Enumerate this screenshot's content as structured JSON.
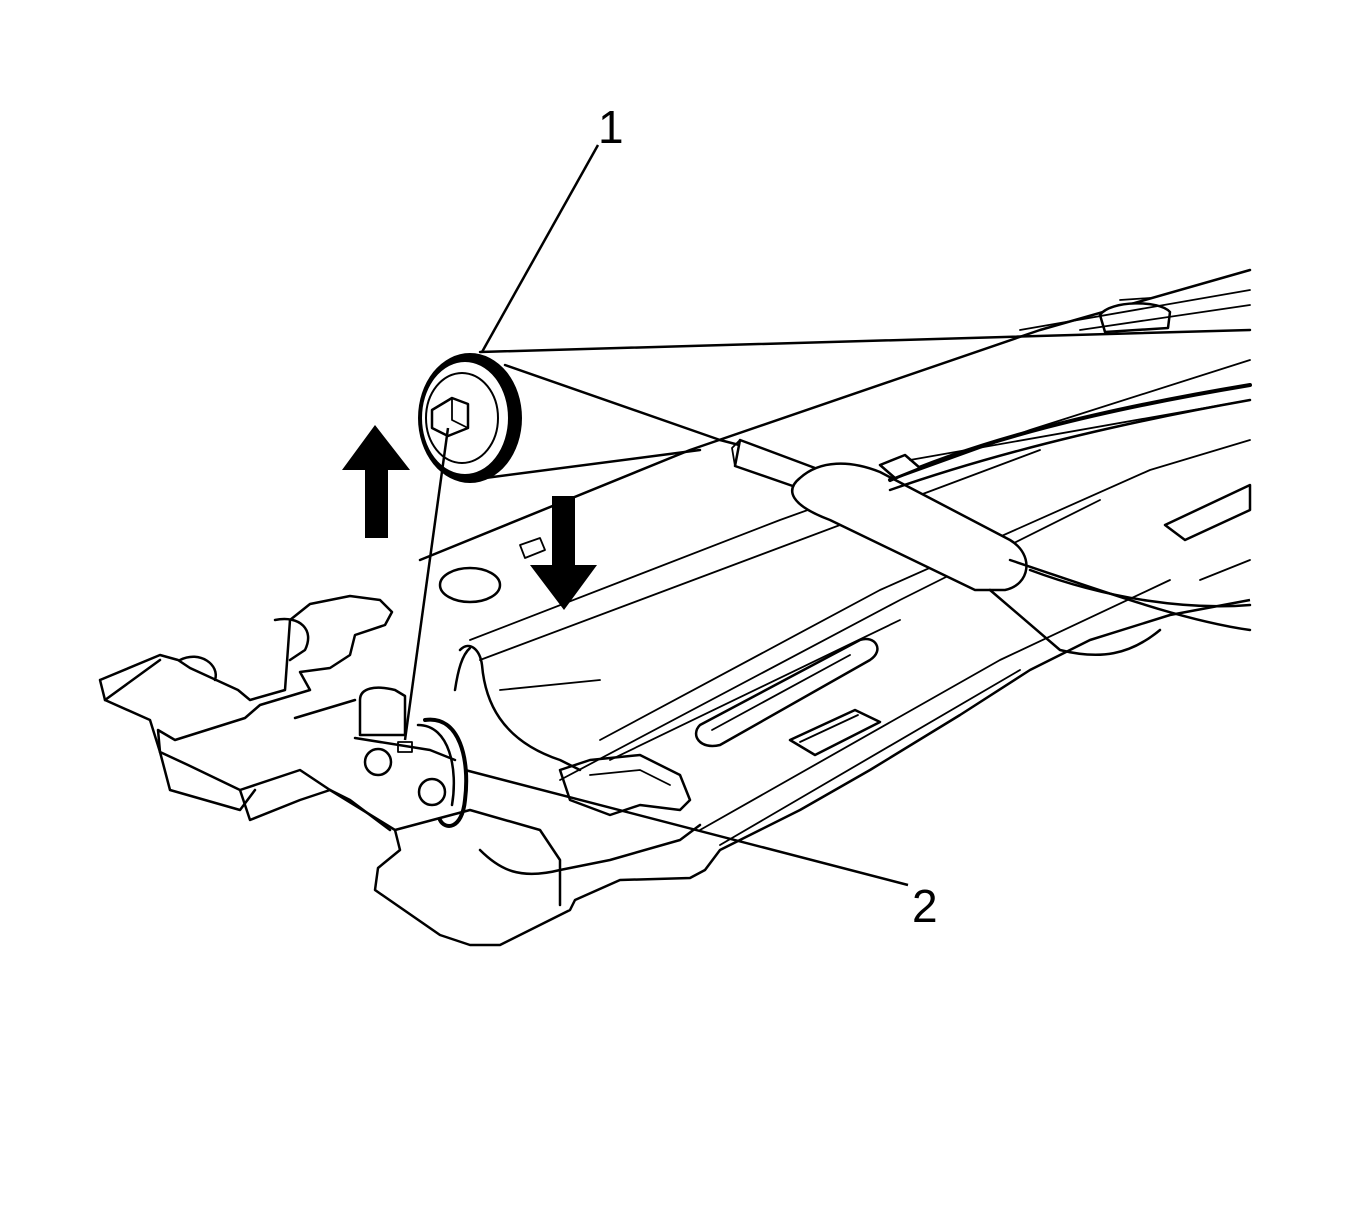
{
  "diagram": {
    "callouts": [
      {
        "id": "1",
        "label": "1"
      },
      {
        "id": "2",
        "label": "2"
      }
    ],
    "arrows": [
      {
        "direction": "up"
      },
      {
        "direction": "down"
      }
    ],
    "line_color": "#000000",
    "background_color": "#ffffff"
  }
}
